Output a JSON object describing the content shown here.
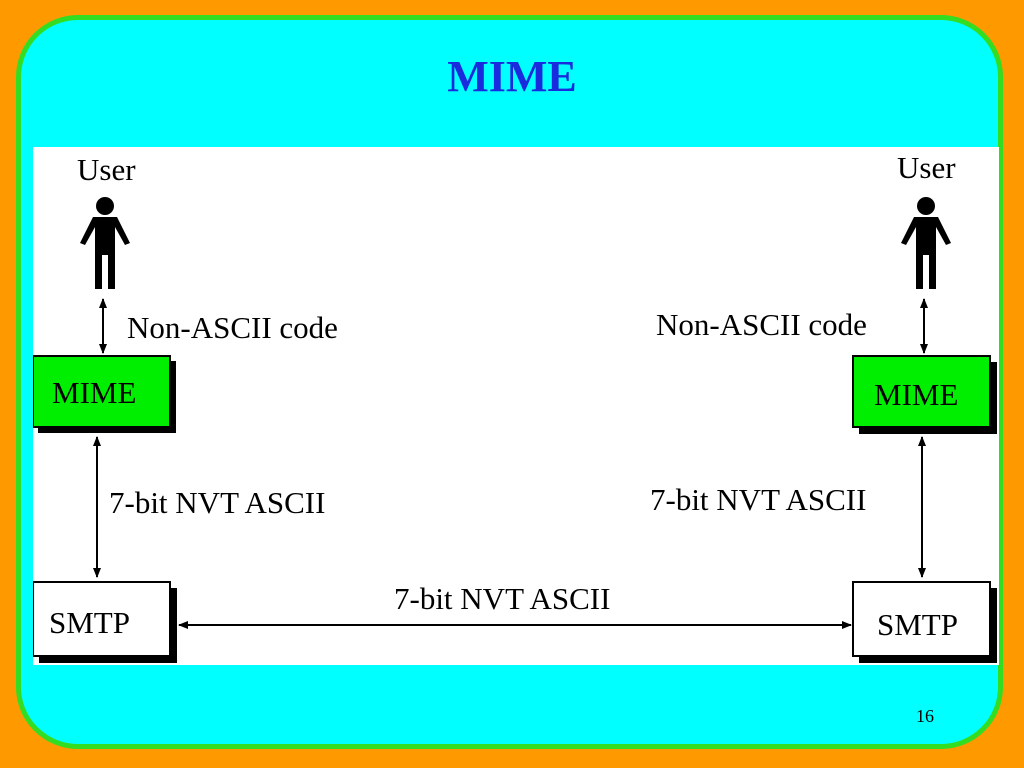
{
  "slide": {
    "title": "MIME",
    "page_number": "16",
    "colors": {
      "background": "#ff9900",
      "panel": "#00ffff",
      "panel_border": "#33dd22",
      "title": "#1a2bdd",
      "mime_box": "#00ee00",
      "smtp_box": "#ffffff"
    }
  },
  "diagram": {
    "left": {
      "user_label": "User",
      "user_icon": "person-icon",
      "user_mime_link": "Non-ASCII code",
      "mime_label": "MIME",
      "mime_smtp_link": "7-bit NVT ASCII",
      "smtp_label": "SMTP"
    },
    "right": {
      "user_label": "User",
      "user_icon": "person-icon",
      "user_mime_link": "Non-ASCII code",
      "mime_label": "MIME",
      "mime_smtp_link": "7-bit NVT ASCII",
      "smtp_label": "SMTP"
    },
    "smtp_link": "7-bit NVT ASCII"
  }
}
